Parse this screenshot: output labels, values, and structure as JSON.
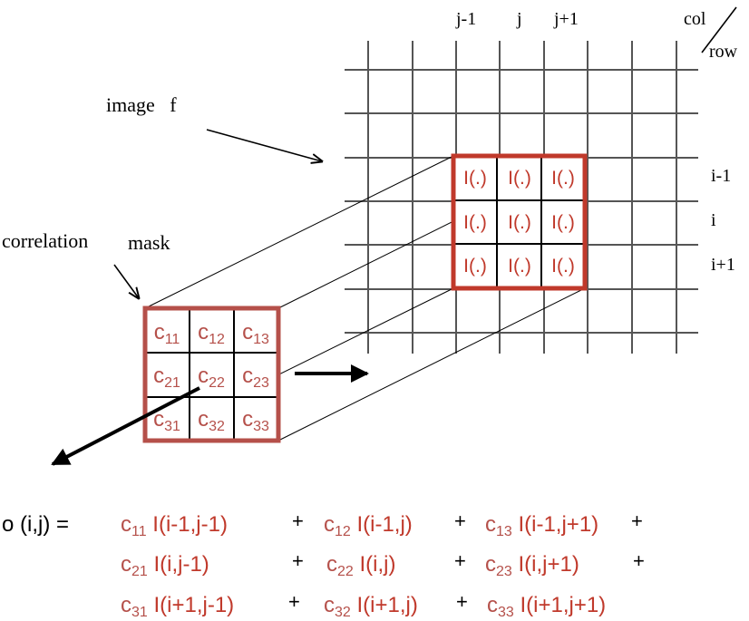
{
  "col_labels": [
    "j-1",
    "j",
    "j+1"
  ],
  "col_row": {
    "col": "col",
    "row": "row"
  },
  "row_labels": [
    "i-1",
    "i",
    "i+1"
  ],
  "image_label": "image   f",
  "mask_label": {
    "word1": "correlation",
    "word2": "mask"
  },
  "image_cells": [
    "I(.)",
    "I(.)",
    "I(.)",
    "I(.)",
    "I(.)",
    "I(.)",
    "I(.)",
    "I(.)",
    "I(.)"
  ],
  "mask_cells": [
    {
      "base": "c",
      "sub": "11"
    },
    {
      "base": "c",
      "sub": "12"
    },
    {
      "base": "c",
      "sub": "13"
    },
    {
      "base": "c",
      "sub": "21"
    },
    {
      "base": "c",
      "sub": "22"
    },
    {
      "base": "c",
      "sub": "23"
    },
    {
      "base": "c",
      "sub": "31"
    },
    {
      "base": "c",
      "sub": "32"
    },
    {
      "base": "c",
      "sub": "33"
    }
  ],
  "equation": {
    "lhs": "o (i,j) =",
    "rows": [
      [
        {
          "c": "c",
          "sub": "11",
          "term": " I(i-1,j-1)",
          "op": "+"
        },
        {
          "c": "c",
          "sub": "12",
          "term": " I(i-1,j)",
          "op": "+"
        },
        {
          "c": "c",
          "sub": "13",
          "term": " I(i-1,j+1)",
          "op": "+"
        }
      ],
      [
        {
          "c": "c",
          "sub": "21",
          "term": " I(i,j-1)",
          "op": "+"
        },
        {
          "c": "c",
          "sub": "22",
          "term": " I(i,j)",
          "op": "+"
        },
        {
          "c": "c",
          "sub": "23",
          "term": " I(i,j+1)",
          "op": "+"
        }
      ],
      [
        {
          "c": "c",
          "sub": "31",
          "term": " I(i+1,j-1)",
          "op": "+"
        },
        {
          "c": "c",
          "sub": "32",
          "term": " I(i+1,j)",
          "op": "+"
        },
        {
          "c": "c",
          "sub": "33",
          "term": " I(i+1,j+1)",
          "op": ""
        }
      ]
    ]
  },
  "colors": {
    "grid": "#555555",
    "image_highlight": "#c0392b",
    "mask_border": "#b5504a",
    "mask_text": "#b5504a",
    "cell_text": "#c0392b",
    "ink": "#000000"
  }
}
